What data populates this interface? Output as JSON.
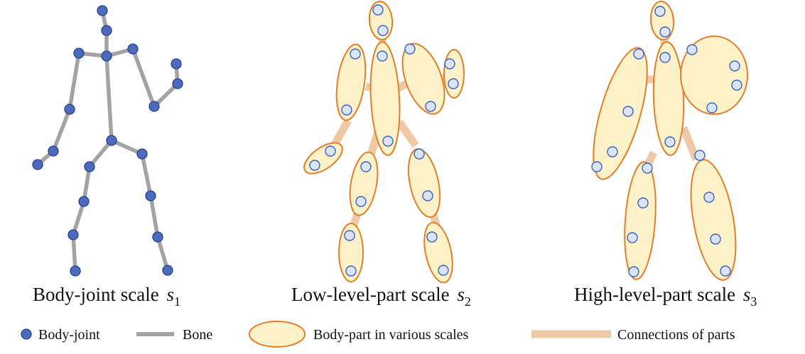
{
  "captions": {
    "scale1": {
      "text": "Body-joint scale ",
      "symbol": "s",
      "sub": "1"
    },
    "scale2": {
      "text": "Low-level-part scale ",
      "symbol": "s",
      "sub": "2"
    },
    "scale3": {
      "text": "High-level-part scale ",
      "symbol": "s",
      "sub": "3"
    }
  },
  "legend": {
    "joint": "Body-joint",
    "bone": "Bone",
    "part": "Body-part in various scales",
    "connection": "Connections of parts"
  },
  "colors": {
    "joint_fill": "#4d6bbd",
    "joint_stroke": "#27408b",
    "bone": "#a3a3a3",
    "part_fill": "#fdf1c8",
    "part_stroke": "#e07f2c",
    "connection": "#efc9a6",
    "inner_joint_fill": "#dbe4f5",
    "inner_joint_stroke": "#3a62c0"
  }
}
